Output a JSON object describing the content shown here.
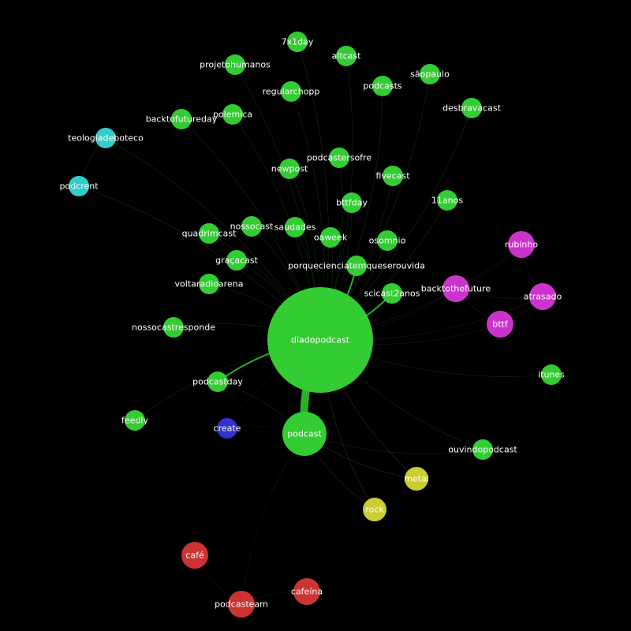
{
  "graph": {
    "colors": {
      "background": "#000000",
      "green": "#33cc33",
      "magenta": "#cc33cc",
      "cyan": "#33cccc",
      "blue": "#3333cc",
      "yellow": "#cccc33",
      "red": "#cc3333",
      "label": "#ffffff"
    },
    "nodes": [
      {
        "id": "diadopodcast",
        "label": "diadopodcast",
        "group": "green",
        "weight": 10
      },
      {
        "id": "podcast",
        "label": "podcast",
        "group": "green",
        "weight": 4
      },
      {
        "id": "7x1day",
        "label": "7x1day",
        "group": "green",
        "weight": 1
      },
      {
        "id": "altcast",
        "label": "altcast",
        "group": "green",
        "weight": 1
      },
      {
        "id": "projetohumanos",
        "label": "projetohumanos",
        "group": "green",
        "weight": 1
      },
      {
        "id": "saopaulo",
        "label": "sãopaulo",
        "group": "green",
        "weight": 1
      },
      {
        "id": "regularchopp",
        "label": "regularchopp",
        "group": "green",
        "weight": 1
      },
      {
        "id": "podcasts",
        "label": "podcasts",
        "group": "green",
        "weight": 1
      },
      {
        "id": "desbravacast",
        "label": "desbravacast",
        "group": "green",
        "weight": 1
      },
      {
        "id": "polemica",
        "label": "polemica",
        "group": "green",
        "weight": 1
      },
      {
        "id": "backtofutureday",
        "label": "backtofutureday",
        "group": "green",
        "weight": 1
      },
      {
        "id": "teologiadeboteco",
        "label": "teologiadeboteco",
        "group": "cyan",
        "weight": 1
      },
      {
        "id": "podcastersofre",
        "label": "podcastersofre",
        "group": "green",
        "weight": 1
      },
      {
        "id": "newpost",
        "label": "newpost",
        "group": "green",
        "weight": 1
      },
      {
        "id": "fivecast",
        "label": "fivecast",
        "group": "green",
        "weight": 1
      },
      {
        "id": "podcrent",
        "label": "podcrent",
        "group": "cyan",
        "weight": 1
      },
      {
        "id": "bttfday",
        "label": "bttfday",
        "group": "green",
        "weight": 1
      },
      {
        "id": "11anos",
        "label": "11anos",
        "group": "green",
        "weight": 1
      },
      {
        "id": "nossocast",
        "label": "nossocast",
        "group": "green",
        "weight": 1
      },
      {
        "id": "saudades",
        "label": "saudades",
        "group": "green",
        "weight": 1
      },
      {
        "id": "quadrimcast",
        "label": "quadrimcast",
        "group": "green",
        "weight": 1
      },
      {
        "id": "oaweek",
        "label": "oaweek",
        "group": "green",
        "weight": 1
      },
      {
        "id": "osomnio",
        "label": "osomnio",
        "group": "green",
        "weight": 1
      },
      {
        "id": "rubinho",
        "label": "rubinho",
        "group": "magenta",
        "weight": 1
      },
      {
        "id": "gracacast",
        "label": "graçacast",
        "group": "green",
        "weight": 1
      },
      {
        "id": "porquecienciatemqueserouvida",
        "label": "porquecienciatemqueserouvida",
        "group": "green",
        "weight": 1
      },
      {
        "id": "voltaradioarena",
        "label": "voltaradioarena",
        "group": "green",
        "weight": 1
      },
      {
        "id": "backtothefuture",
        "label": "backtothefuture",
        "group": "magenta",
        "weight": 1
      },
      {
        "id": "scicast2anos",
        "label": "scicast2anos",
        "group": "green",
        "weight": 1
      },
      {
        "id": "atrasado",
        "label": "atrasado",
        "group": "magenta",
        "weight": 1
      },
      {
        "id": "nossocastresponde",
        "label": "nossocastresponde",
        "group": "green",
        "weight": 1
      },
      {
        "id": "bttf",
        "label": "bttf",
        "group": "magenta",
        "weight": 1
      },
      {
        "id": "itunes",
        "label": "itunes",
        "group": "green",
        "weight": 1
      },
      {
        "id": "podcastday",
        "label": "podcastday",
        "group": "green",
        "weight": 1
      },
      {
        "id": "feedly",
        "label": "feedly",
        "group": "green",
        "weight": 1
      },
      {
        "id": "create",
        "label": "create",
        "group": "blue",
        "weight": 1
      },
      {
        "id": "ouvindopodcast",
        "label": "ouvindopodcast",
        "group": "green",
        "weight": 1
      },
      {
        "id": "metal",
        "label": "metal",
        "group": "yellow",
        "weight": 1
      },
      {
        "id": "rock",
        "label": "rock",
        "group": "yellow",
        "weight": 1
      },
      {
        "id": "cafe",
        "label": "café",
        "group": "red",
        "weight": 1
      },
      {
        "id": "cafeina",
        "label": "cafeína",
        "group": "red",
        "weight": 1
      },
      {
        "id": "podcasteam",
        "label": "podcasteam",
        "group": "red",
        "weight": 1
      }
    ],
    "edges": [
      {
        "source": "diadopodcast",
        "target": "podcast",
        "weight": 8
      },
      {
        "source": "diadopodcast",
        "target": "scicast2anos",
        "weight": 2
      },
      {
        "source": "diadopodcast",
        "target": "porquecienciatemqueserouvida",
        "weight": 2
      },
      {
        "source": "diadopodcast",
        "target": "podcastday",
        "weight": 2
      },
      {
        "source": "diadopodcast",
        "target": "oaweek",
        "weight": 1
      },
      {
        "source": "diadopodcast",
        "target": "saudades",
        "weight": 1
      },
      {
        "source": "diadopodcast",
        "target": "nossocast",
        "weight": 1
      },
      {
        "source": "diadopodcast",
        "target": "bttfday",
        "weight": 1
      },
      {
        "source": "diadopodcast",
        "target": "fivecast",
        "weight": 1
      },
      {
        "source": "diadopodcast",
        "target": "podcastersofre",
        "weight": 1
      },
      {
        "source": "diadopodcast",
        "target": "newpost",
        "weight": 1
      },
      {
        "source": "diadopodcast",
        "target": "osomnio",
        "weight": 1
      },
      {
        "source": "diadopodcast",
        "target": "11anos",
        "weight": 1
      },
      {
        "source": "diadopodcast",
        "target": "quadrimcast",
        "weight": 1
      },
      {
        "source": "diadopodcast",
        "target": "gracacast",
        "weight": 1
      },
      {
        "source": "diadopodcast",
        "target": "voltaradioarena",
        "weight": 1
      },
      {
        "source": "diadopodcast",
        "target": "nossocastresponde",
        "weight": 1
      },
      {
        "source": "diadopodcast",
        "target": "backtothefuture",
        "weight": 1
      },
      {
        "source": "diadopodcast",
        "target": "bttf",
        "weight": 1
      },
      {
        "source": "diadopodcast",
        "target": "rubinho",
        "weight": 1
      },
      {
        "source": "diadopodcast",
        "target": "atrasado",
        "weight": 1
      },
      {
        "source": "diadopodcast",
        "target": "itunes",
        "weight": 1
      },
      {
        "source": "diadopodcast",
        "target": "ouvindopodcast",
        "weight": 1
      },
      {
        "source": "diadopodcast",
        "target": "metal",
        "weight": 1
      },
      {
        "source": "diadopodcast",
        "target": "rock",
        "weight": 1
      },
      {
        "source": "diadopodcast",
        "target": "feedly",
        "weight": 1
      },
      {
        "source": "diadopodcast",
        "target": "create",
        "weight": 1
      },
      {
        "source": "diadopodcast",
        "target": "7x1day",
        "weight": 1
      },
      {
        "source": "diadopodcast",
        "target": "altcast",
        "weight": 1
      },
      {
        "source": "diadopodcast",
        "target": "projetohumanos",
        "weight": 1
      },
      {
        "source": "diadopodcast",
        "target": "saopaulo",
        "weight": 1
      },
      {
        "source": "diadopodcast",
        "target": "regularchopp",
        "weight": 1
      },
      {
        "source": "diadopodcast",
        "target": "podcasts",
        "weight": 1
      },
      {
        "source": "diadopodcast",
        "target": "desbravacast",
        "weight": 1
      },
      {
        "source": "diadopodcast",
        "target": "polemica",
        "weight": 1
      },
      {
        "source": "diadopodcast",
        "target": "backtofutureday",
        "weight": 1
      },
      {
        "source": "diadopodcast",
        "target": "teologiadeboteco",
        "weight": 1
      },
      {
        "source": "diadopodcast",
        "target": "podcrent",
        "weight": 1
      },
      {
        "source": "podcast",
        "target": "create",
        "weight": 1
      },
      {
        "source": "podcast",
        "target": "podcastday",
        "weight": 1
      },
      {
        "source": "podcast",
        "target": "rock",
        "weight": 1
      },
      {
        "source": "podcast",
        "target": "metal",
        "weight": 1
      },
      {
        "source": "podcast",
        "target": "ouvindopodcast",
        "weight": 1
      },
      {
        "source": "podcast",
        "target": "podcasteam",
        "weight": 1
      },
      {
        "source": "backtothefuture",
        "target": "bttf",
        "weight": 1
      },
      {
        "source": "backtothefuture",
        "target": "rubinho",
        "weight": 1
      },
      {
        "source": "backtothefuture",
        "target": "atrasado",
        "weight": 1
      },
      {
        "source": "rubinho",
        "target": "atrasado",
        "weight": 1
      },
      {
        "source": "bttf",
        "target": "atrasado",
        "weight": 1
      },
      {
        "source": "teologiadeboteco",
        "target": "podcrent",
        "weight": 1
      },
      {
        "source": "cafe",
        "target": "podcasteam",
        "weight": 1
      },
      {
        "source": "cafeina",
        "target": "podcasteam",
        "weight": 1
      }
    ]
  }
}
